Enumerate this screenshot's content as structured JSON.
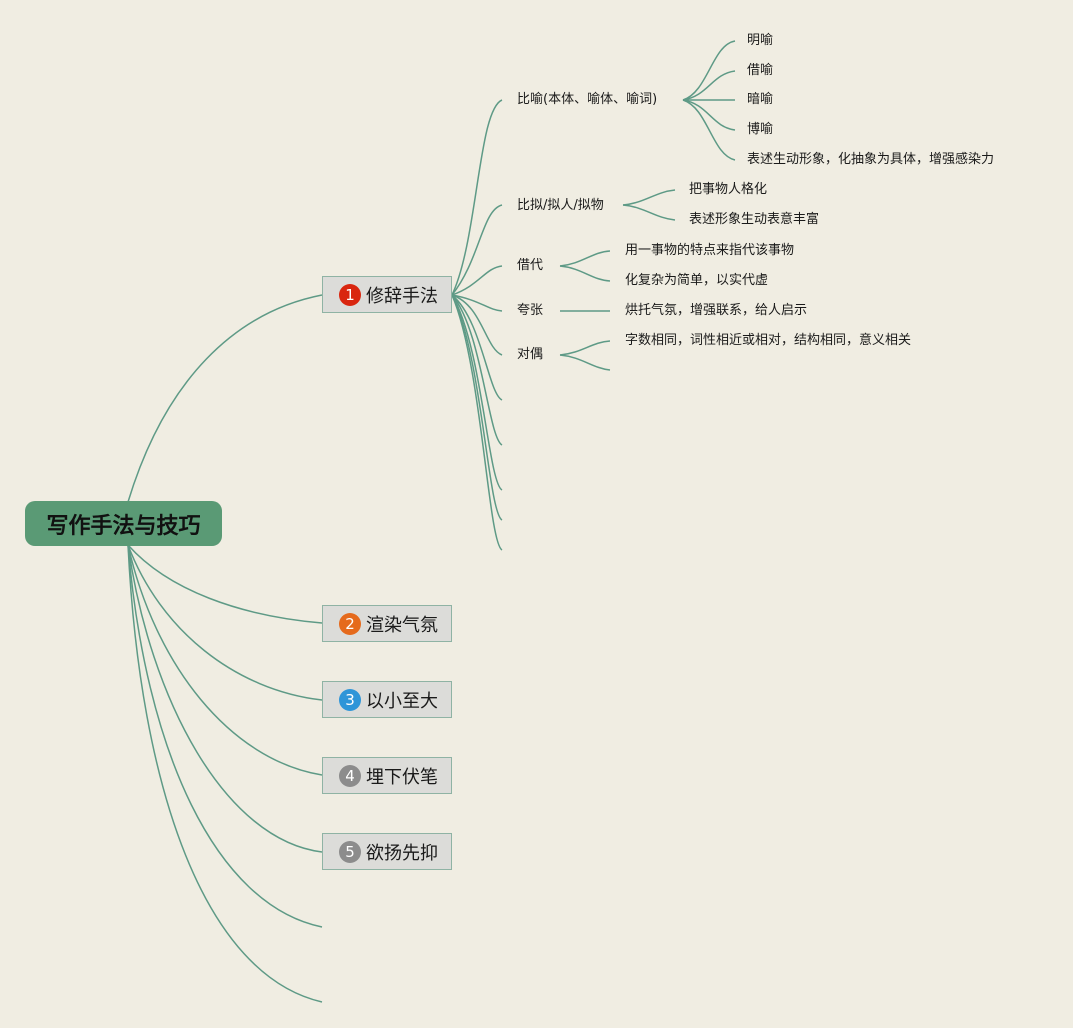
{
  "root": {
    "label": "写作手法与技巧"
  },
  "topics": [
    {
      "number": "1",
      "label": "修辞手法",
      "badge_color": "#d9260f"
    },
    {
      "number": "2",
      "label": "渲染气氛",
      "badge_color": "#e56a1c"
    },
    {
      "number": "3",
      "label": "以小至大",
      "badge_color": "#2e95d8"
    },
    {
      "number": "4",
      "label": "埋下伏笔",
      "badge_color": "#8c8c8c"
    },
    {
      "number": "5",
      "label": "欲扬先抑",
      "badge_color": "#8c8c8c"
    }
  ],
  "rhetoric": {
    "metaphor": {
      "label": "比喻(本体、喻体、喻词)",
      "children": [
        "明喻",
        "借喻",
        "暗喻",
        "博喻",
        "表述生动形象，化抽象为具体，增强感染力"
      ]
    },
    "personification": {
      "label": "比拟/拟人/拟物",
      "children": [
        "把事物人格化",
        "表述形象生动表意丰富"
      ]
    },
    "metonymy": {
      "label": "借代",
      "children": [
        "用一事物的特点来指代该事物",
        "化复杂为简单，以实代虚"
      ]
    },
    "hyperbole": {
      "label": "夸张",
      "children": [
        "烘托气氛，增强联系，给人启示"
      ]
    },
    "antithesis": {
      "label": "对偶",
      "children": [
        "字数相同，词性相近或相对，结构相同，意义相关"
      ]
    }
  },
  "colors": {
    "background": "#f0ede2",
    "branch": "#5e9a86",
    "root_fill": "#5a9a75",
    "topic_fill": "#dcdcd9"
  }
}
